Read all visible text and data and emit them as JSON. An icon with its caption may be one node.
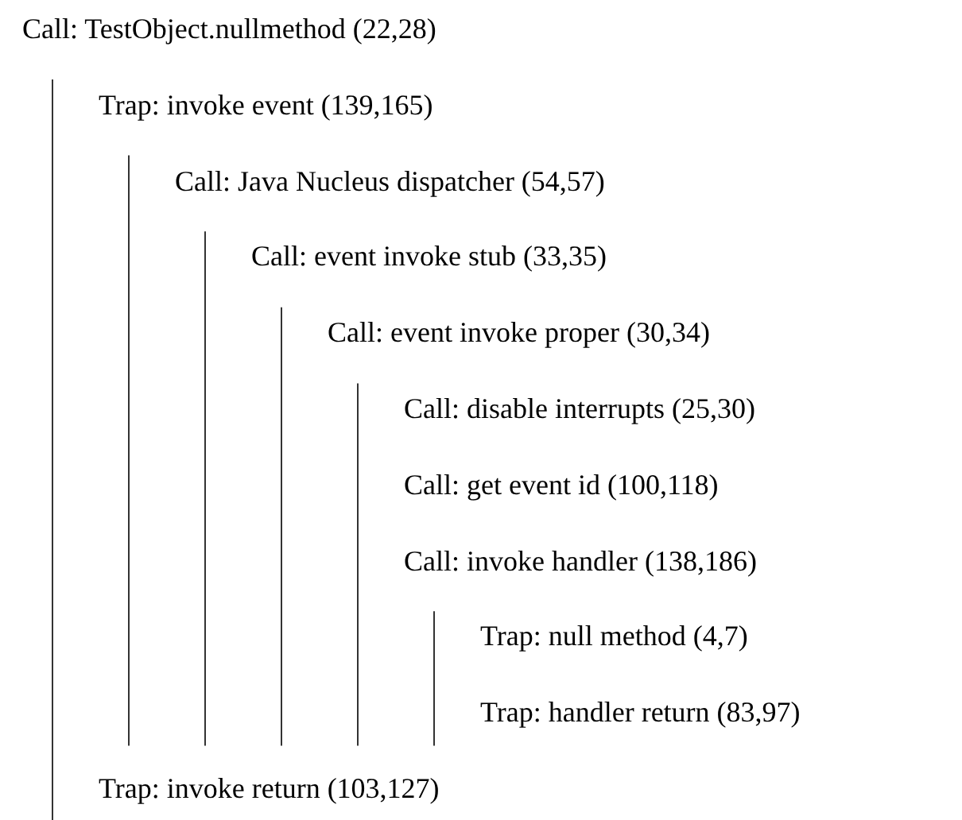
{
  "diagram": {
    "labels": [
      "Call: TestObject.nullmethod (22,28)",
      "Trap: invoke event (139,165)",
      "Call: Java Nucleus dispatcher (54,57)",
      "Call: event invoke stub (33,35)",
      "Call: event invoke proper (30,34)",
      "Call: disable interrupts (25,30)",
      "Call: get event id (100,118)",
      "Call: invoke handler (138,186)",
      "Trap: null method (4,7)",
      "Trap: handler return (83,97)",
      "Trap: invoke return (103,127)"
    ]
  }
}
